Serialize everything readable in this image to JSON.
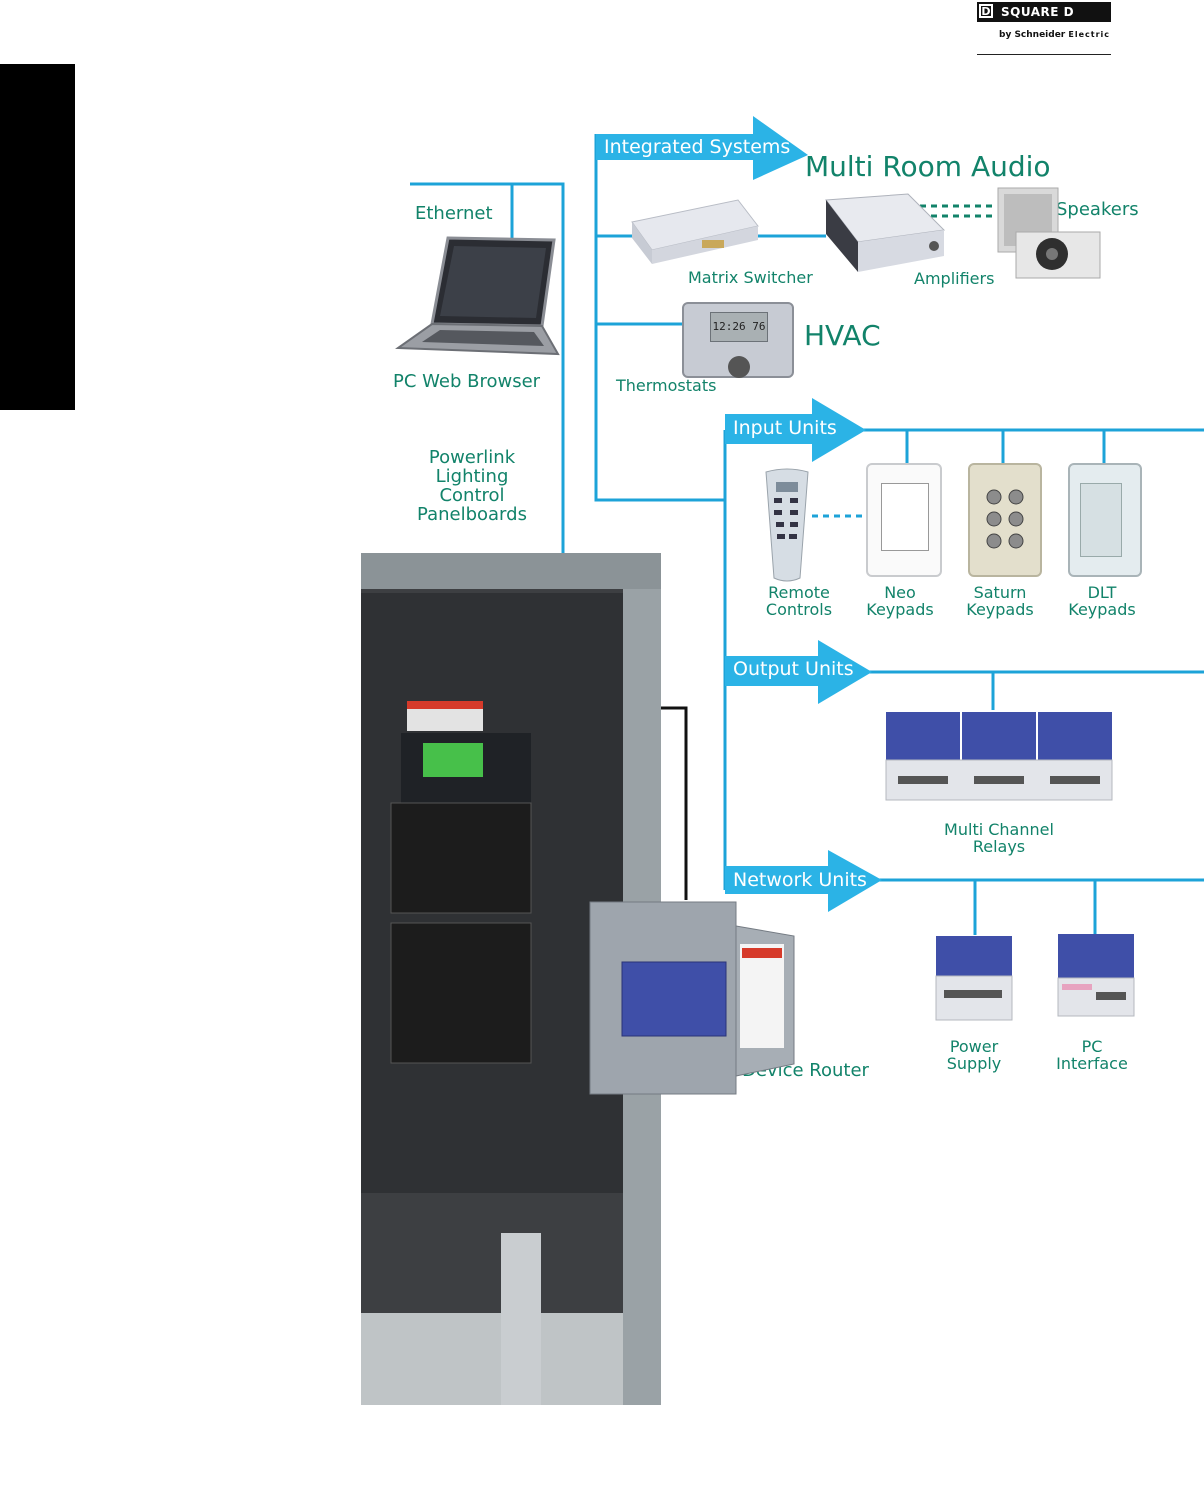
{
  "brand": {
    "name": "SQUARE D",
    "sub_by": "by Schneider",
    "sub_electric": "Electric",
    "mark": "D"
  },
  "labels": {
    "integrated_systems": "Integrated Systems",
    "multi_room_audio": "Multi Room Audio",
    "speakers": "Speakers",
    "matrix_switcher": "Matrix Switcher",
    "amplifiers": "Amplifiers",
    "hvac": "HVAC",
    "thermostats": "Thermostats",
    "ethernet": "Ethernet",
    "pc_web_browser": "PC Web Browser",
    "powerlink": [
      "Powerlink",
      "Lighting",
      "Control",
      "Panelboards"
    ],
    "input_units": "Input Units",
    "remote_controls": [
      "Remote",
      "Controls"
    ],
    "neo_keypads": [
      "Neo",
      "Keypads"
    ],
    "saturn_keypads": [
      "Saturn",
      "Keypads"
    ],
    "dlt_keypads": [
      "DLT",
      "Keypads"
    ],
    "output_units": "Output Units",
    "multi_channel_relays": [
      "Multi Channel",
      "Relays"
    ],
    "network_units": "Network Units",
    "power_supply": [
      "Power",
      "Supply"
    ],
    "pc_interface": [
      "PC",
      "Interface"
    ],
    "device_router": "Device Router",
    "thermostat_readout": [
      "12:26",
      "76"
    ]
  },
  "colors": {
    "line": "#1da3d8",
    "arrow": "#2bb3e6",
    "label": "#12836a",
    "dotted": "#12836a"
  }
}
